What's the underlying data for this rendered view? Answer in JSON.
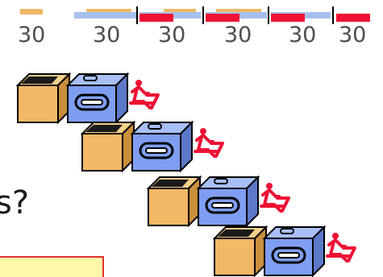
{
  "timeline": {
    "labels": [
      "30",
      "30",
      "30",
      "30",
      "30",
      "30"
    ],
    "colors": {
      "wash": "#f0b866",
      "dry": "#a8c0f0",
      "fold": "#ee1133",
      "divider": "#000000"
    }
  },
  "question_text": "s?",
  "laundry_rows": [
    {
      "washer": "washer",
      "dryer": "dryer",
      "worker": "folding-person"
    },
    {
      "washer": "washer",
      "dryer": "dryer",
      "worker": "folding-person"
    },
    {
      "washer": "washer",
      "dryer": "dryer",
      "worker": "folding-person"
    },
    {
      "washer": "washer",
      "dryer": "dryer",
      "worker": "folding-person"
    }
  ],
  "colors": {
    "washer_front": "#f2b866",
    "washer_top": "#f7d08a",
    "washer_side": "#c98f3c",
    "dryer_front": "#7f9ef2",
    "dryer_top": "#a8bff7",
    "dryer_side": "#5c78c9",
    "person": "#ee1133",
    "highlight_box_fill": "#fff7a8",
    "highlight_box_border": "#e03030"
  }
}
